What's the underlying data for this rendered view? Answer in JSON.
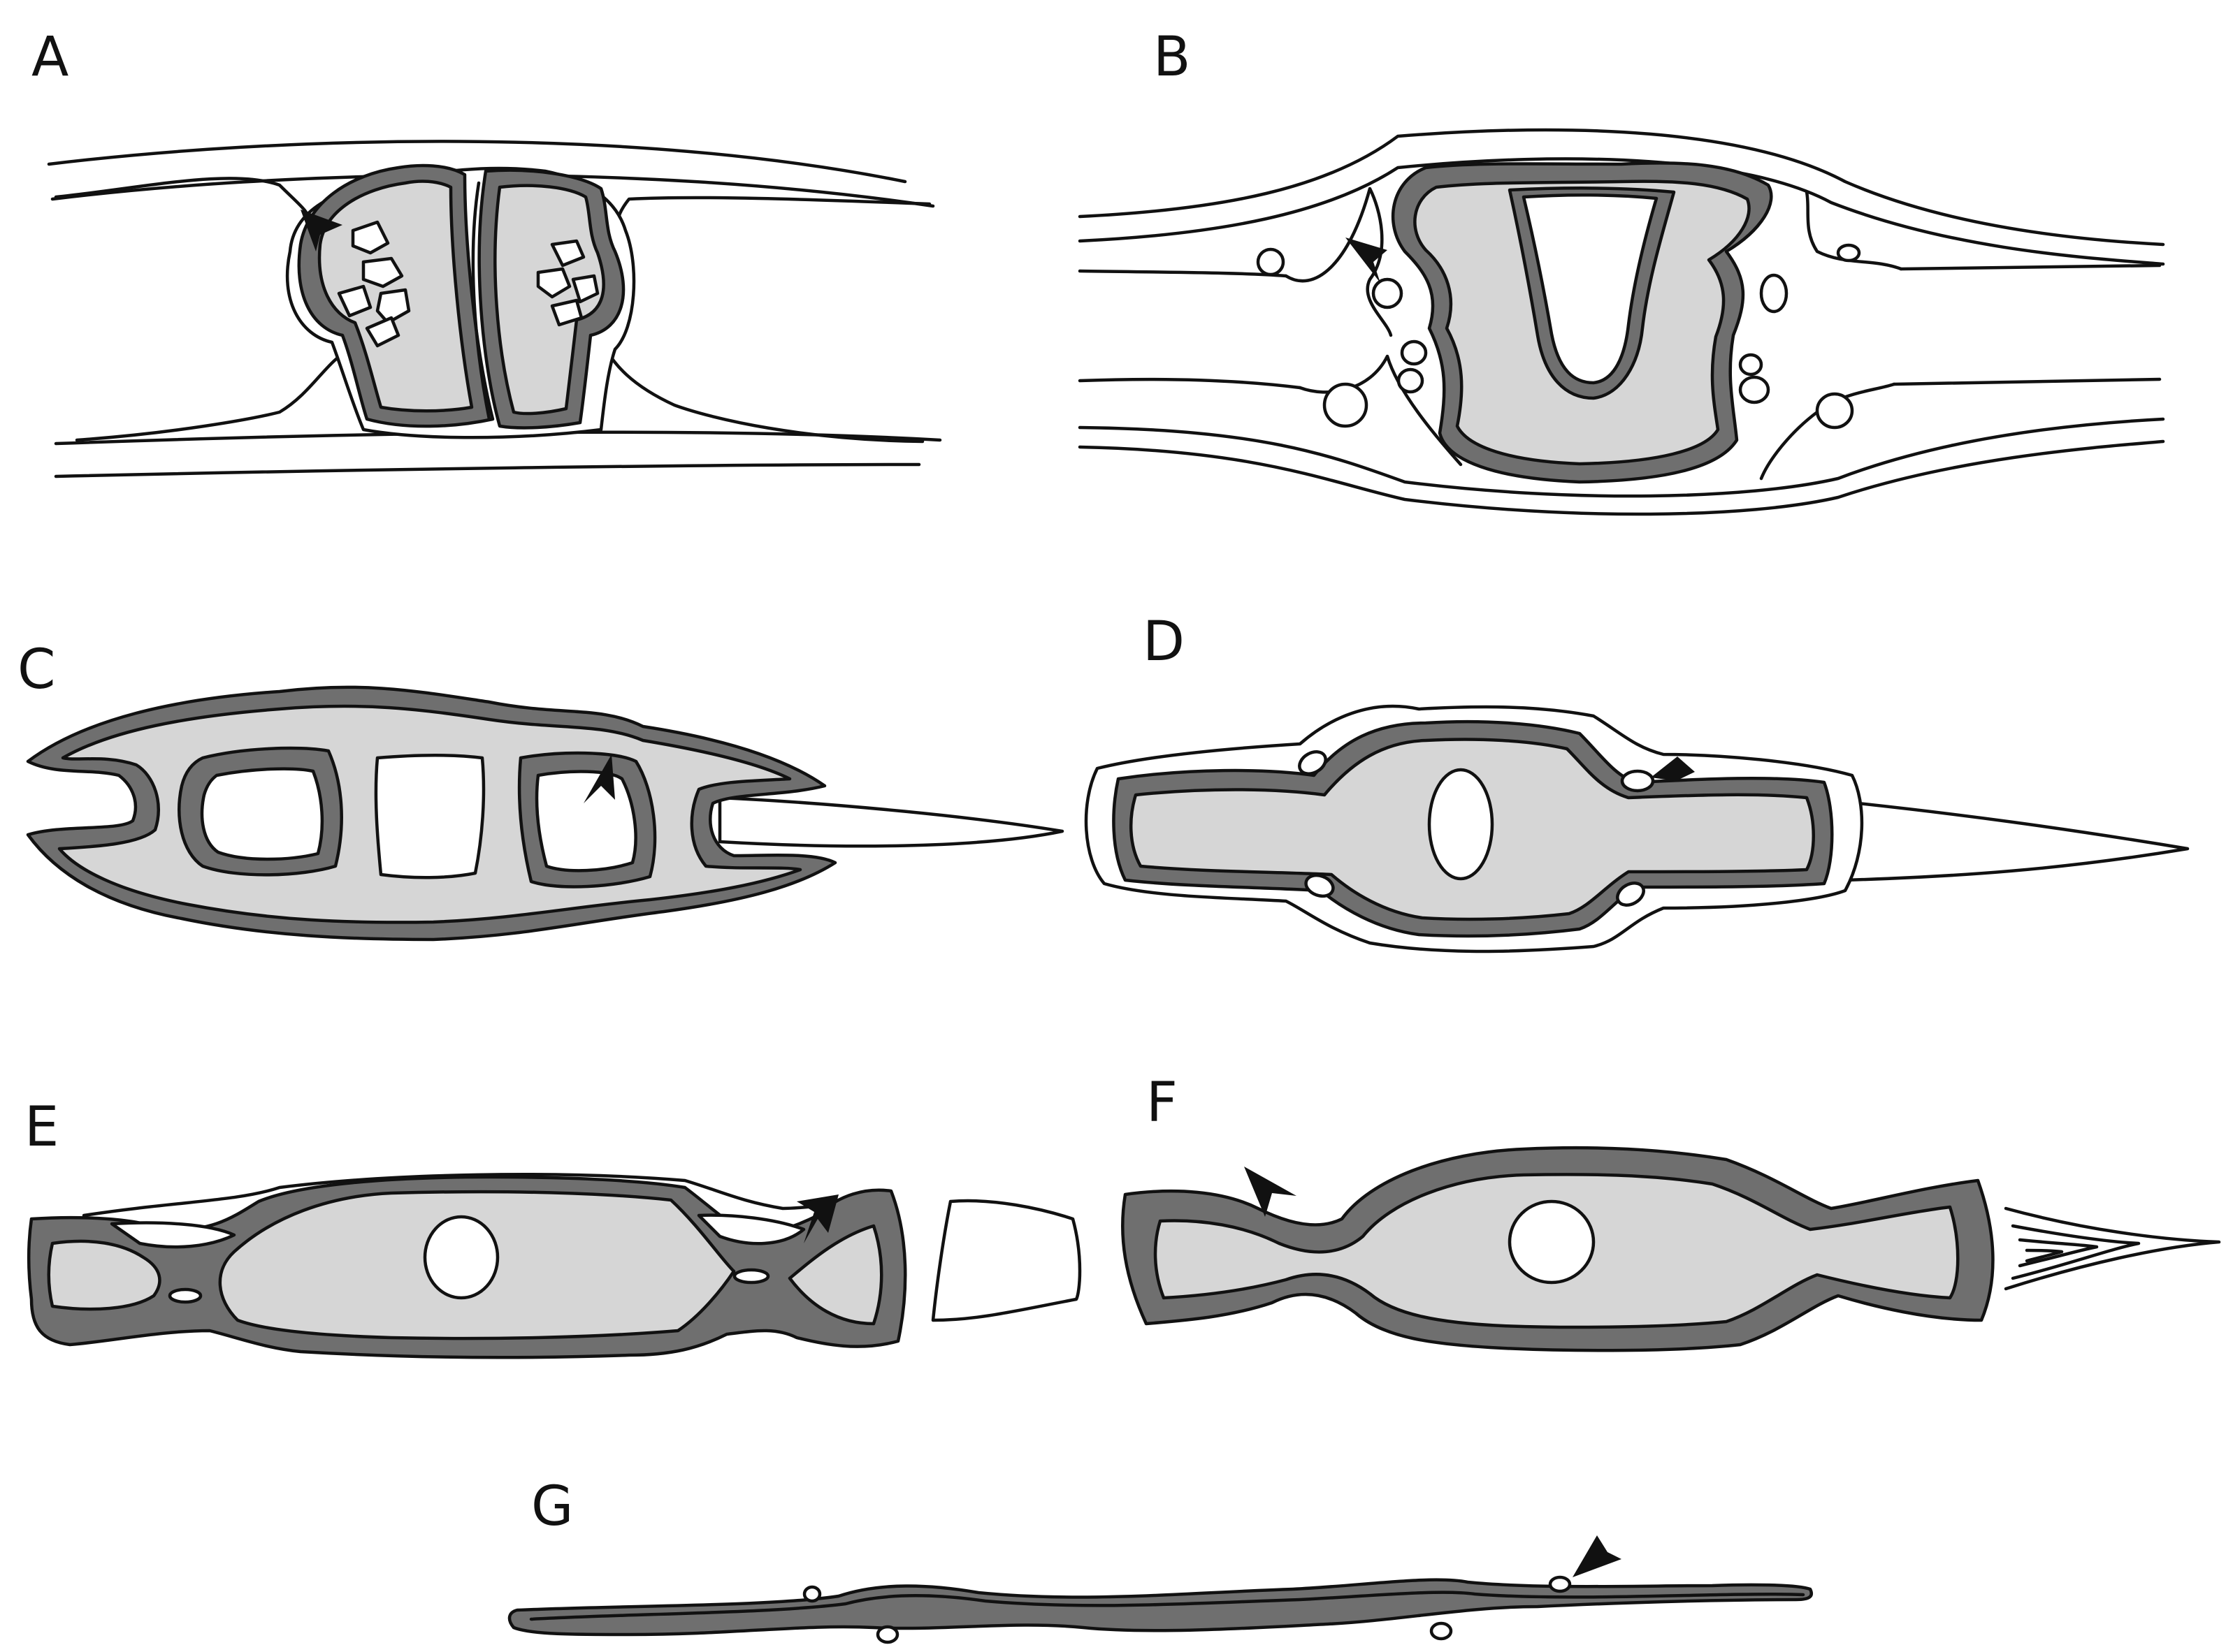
{
  "colors": {
    "background": "#ffffff",
    "outline": "#111111",
    "dark_fill": "#6f6f6f",
    "light_fill": "#d6d6d6",
    "hole_fill": "#ffffff"
  },
  "panels": [
    {
      "label": "A"
    },
    {
      "label": "B"
    },
    {
      "label": "C"
    },
    {
      "label": "D"
    },
    {
      "label": "E"
    },
    {
      "label": "F"
    },
    {
      "label": "G"
    }
  ]
}
